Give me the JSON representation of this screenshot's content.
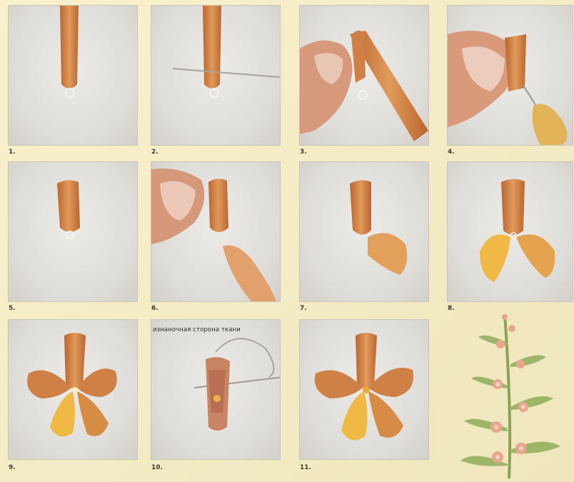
{
  "steps": [
    {
      "label": "1."
    },
    {
      "label": "2."
    },
    {
      "label": "3."
    },
    {
      "label": "4."
    },
    {
      "label": "5."
    },
    {
      "label": "6."
    },
    {
      "label": "7."
    },
    {
      "label": "8."
    },
    {
      "label": "9."
    },
    {
      "label": "10."
    },
    {
      "label": "11."
    }
  ],
  "step10_caption": "изнаночная сторона ткани",
  "colors": {
    "ribbon_brown": "#c9793f",
    "ribbon_light": "#e7a15e",
    "ribbon_yellow": "#f0b845",
    "panel_bg": "#e2e0dc",
    "page_bg": "#f6efc9"
  }
}
